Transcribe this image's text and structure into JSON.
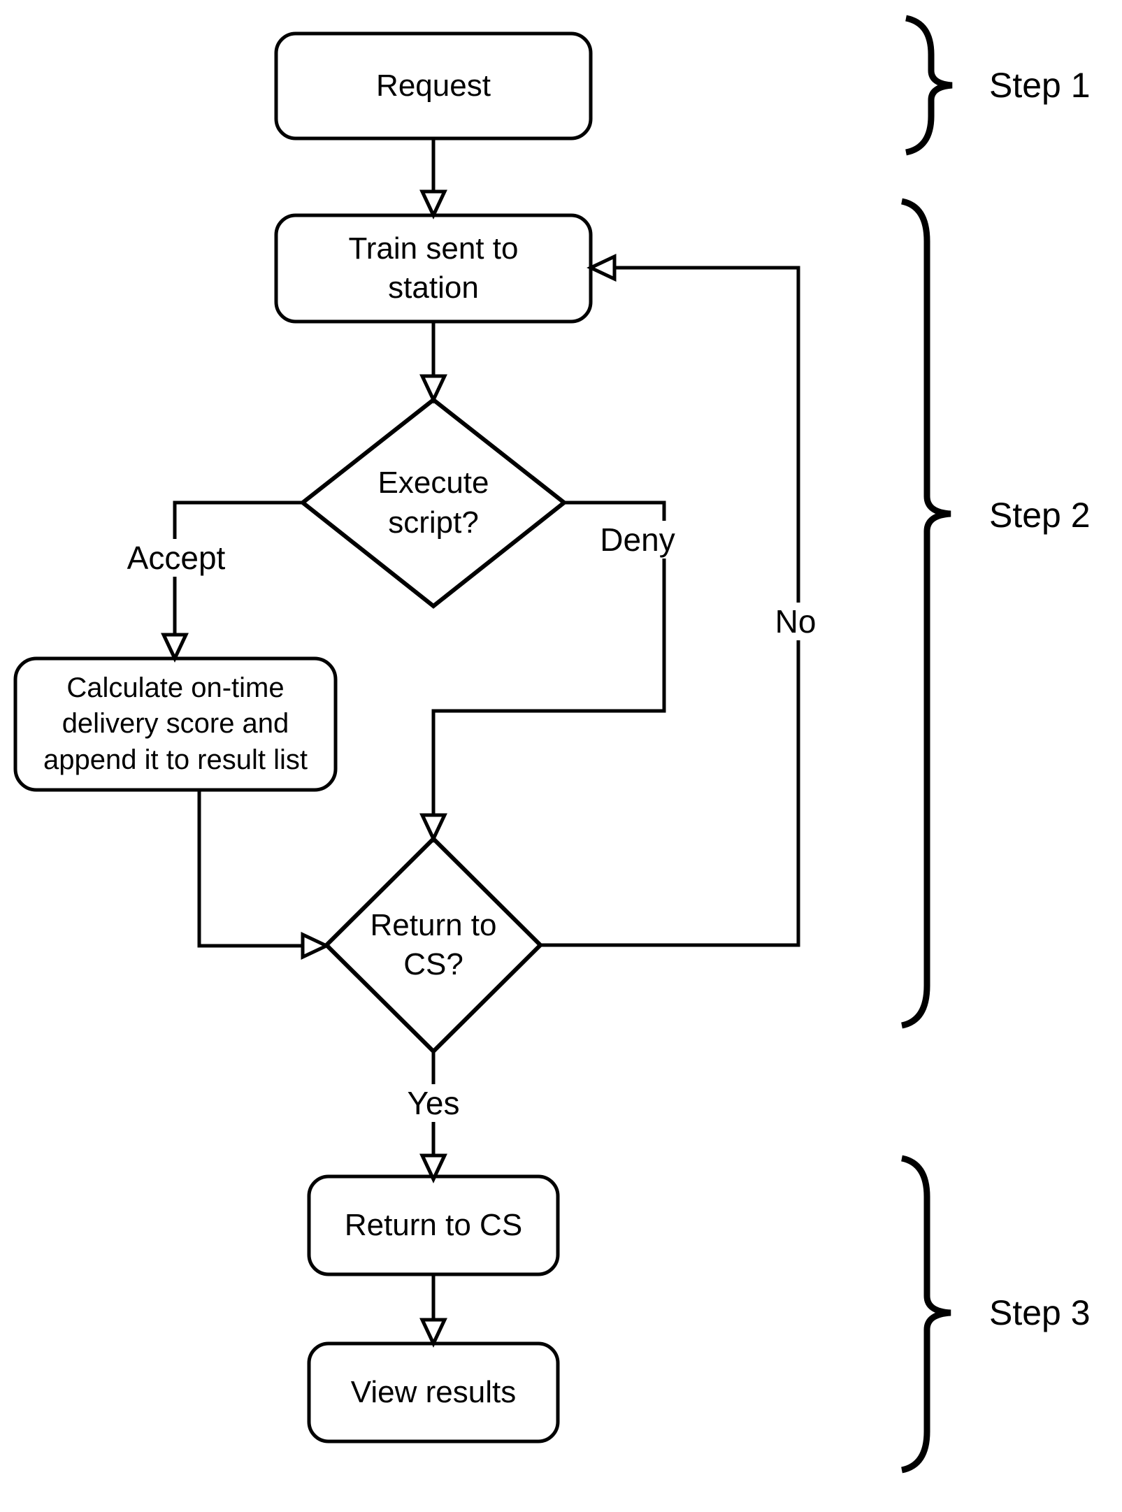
{
  "nodes": {
    "request": {
      "label": "Request"
    },
    "train": {
      "lines": [
        "Train sent to",
        "station"
      ]
    },
    "execute": {
      "lines": [
        "Execute",
        "script?"
      ]
    },
    "calculate": {
      "lines": [
        "Calculate on-time",
        "delivery score and",
        "append it to result list"
      ]
    },
    "return_question": {
      "lines": [
        "Return to",
        "CS?"
      ]
    },
    "return_cs": {
      "label": "Return to CS"
    },
    "view_results": {
      "label": "View results"
    }
  },
  "edge_labels": {
    "accept": "Accept",
    "deny": "Deny",
    "no": "No",
    "yes": "Yes"
  },
  "steps": {
    "step1": "Step 1",
    "step2": "Step 2",
    "step3": "Step 3"
  },
  "colors": {
    "stroke": "#000000",
    "background": "#ffffff"
  }
}
